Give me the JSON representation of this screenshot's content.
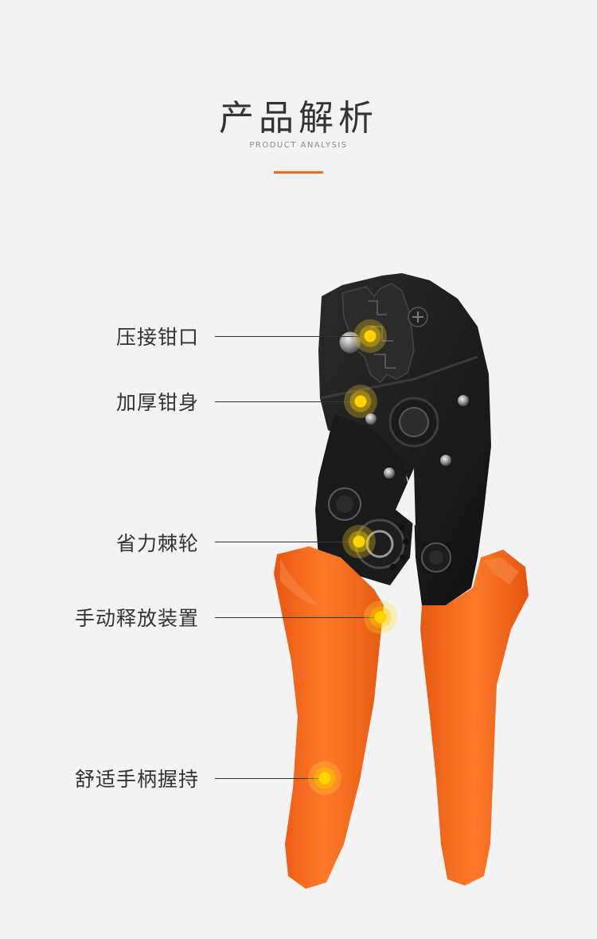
{
  "header": {
    "title": "产品解析",
    "subtitle": "PRODUCT ANALYSIS",
    "accent_color": "#f26a1b"
  },
  "features": [
    {
      "label": "压接钳口"
    },
    {
      "label": "加厚钳身"
    },
    {
      "label": "省力棘轮"
    },
    {
      "label": "手动释放装置"
    },
    {
      "label": "舒适手柄握持"
    }
  ],
  "colors": {
    "background": "#f3f3f3",
    "handle": "#fa6a1e",
    "body": "#1c1c1c",
    "hotspot": "#ffd400"
  }
}
